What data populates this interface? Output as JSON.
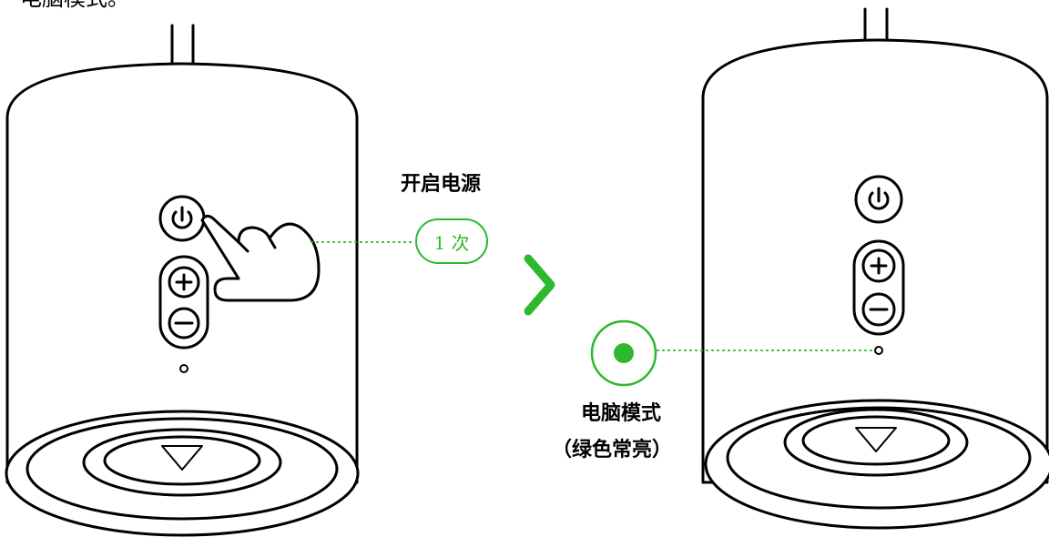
{
  "caption": "电脑模式。",
  "step": {
    "action_label": "开启电源",
    "press_count": "1 次"
  },
  "result": {
    "mode_label": "电脑模式",
    "mode_detail": "（绿色常亮）"
  },
  "icons": {
    "power": "power-icon",
    "volume_up": "plus-icon",
    "volume_down": "minus-icon",
    "arrow": "chevron-right-icon",
    "hand": "pointing-hand-icon",
    "indicator": "status-light-icon"
  },
  "colors": {
    "accent_green": "#2db82d",
    "outline": "#000000",
    "background": "#ffffff"
  }
}
